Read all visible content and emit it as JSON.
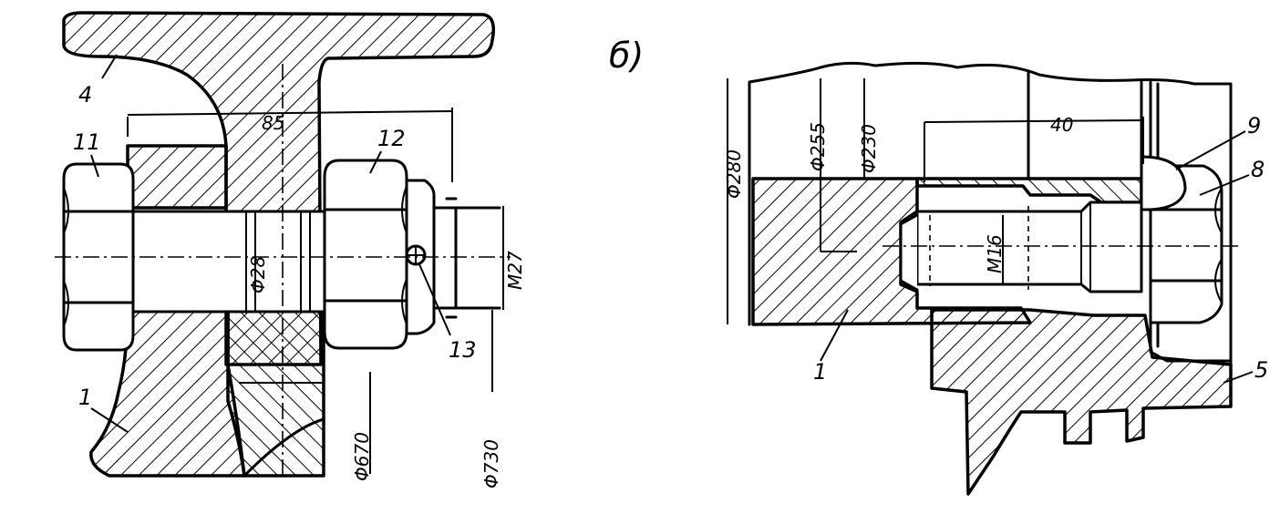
{
  "view_b_letter": "б)",
  "view_a": {
    "parts": [
      "4",
      "11",
      "12",
      "13",
      "1"
    ],
    "dims": [
      "85",
      "Φ28",
      "M27",
      "Φ670",
      "Φ730"
    ]
  },
  "view_b": {
    "parts": [
      "9",
      "8",
      "1",
      "5"
    ],
    "dims": [
      "40",
      "Φ280",
      "Φ255",
      "Φ230",
      "M16"
    ]
  }
}
